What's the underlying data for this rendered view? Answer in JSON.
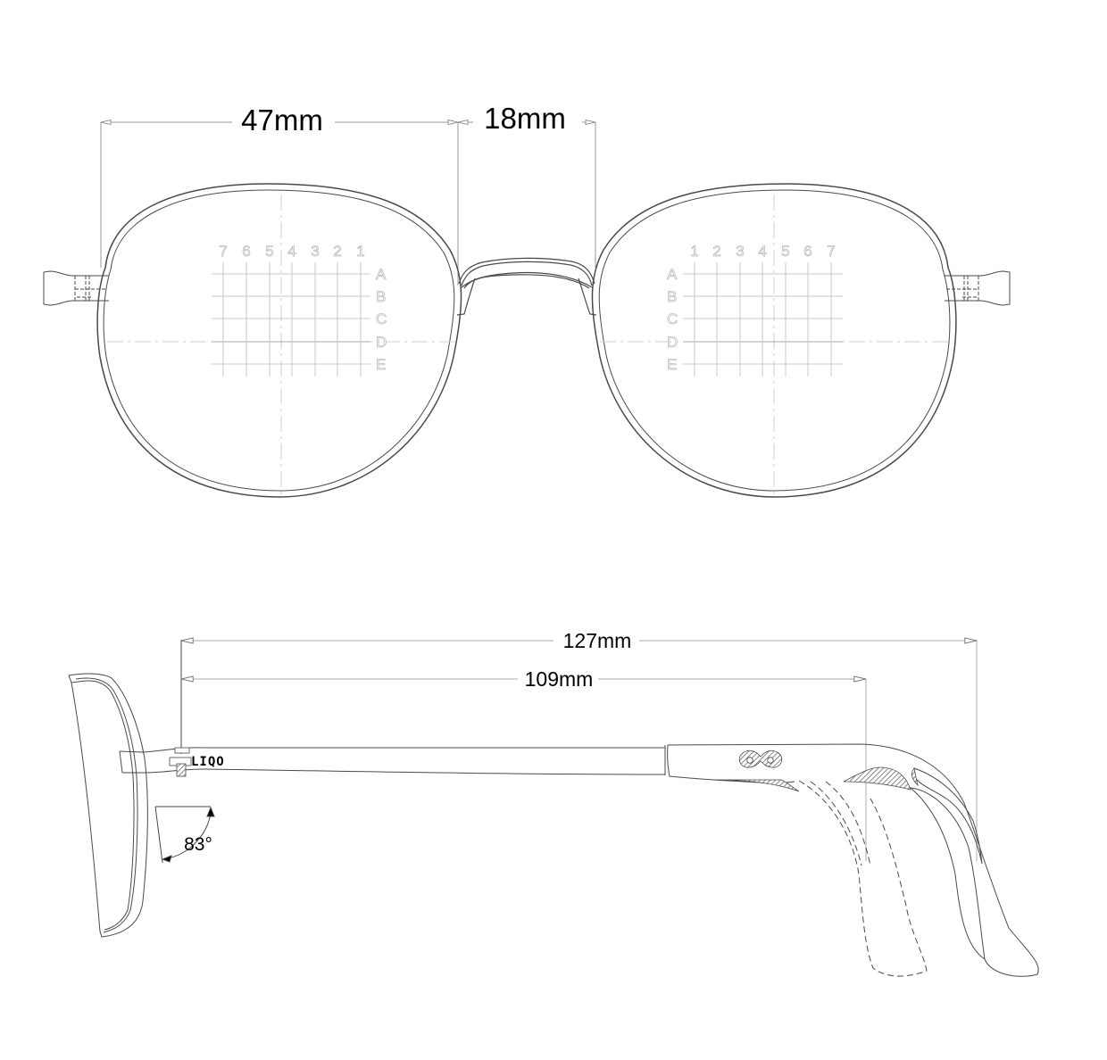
{
  "front_view": {
    "lens_width": {
      "label": "47mm",
      "value_mm": 47
    },
    "bridge_width": {
      "label": "18mm",
      "value_mm": 18
    },
    "left_lens_grid": {
      "columns": [
        "7",
        "6",
        "5",
        "4",
        "3",
        "2",
        "1"
      ],
      "rows": [
        "A",
        "B",
        "C",
        "D",
        "E"
      ]
    },
    "right_lens_grid": {
      "columns": [
        "1",
        "2",
        "3",
        "4",
        "5",
        "6",
        "7"
      ],
      "rows": [
        "A",
        "B",
        "C",
        "D",
        "E"
      ]
    }
  },
  "side_view": {
    "temple_total_length": {
      "label": "127mm",
      "value_mm": 127
    },
    "temple_to_bend_length": {
      "label": "109mm",
      "value_mm": 109
    },
    "pantoscopic_angle": {
      "label": "83°",
      "value_deg": 83
    },
    "brand_logo": "LIQO"
  },
  "colors": {
    "line": "#4a4a4a",
    "dim_line": "#9a9a9a",
    "grid_line": "#c8c8c8",
    "grid_label": "#bdbdbd",
    "text": "#000000"
  }
}
